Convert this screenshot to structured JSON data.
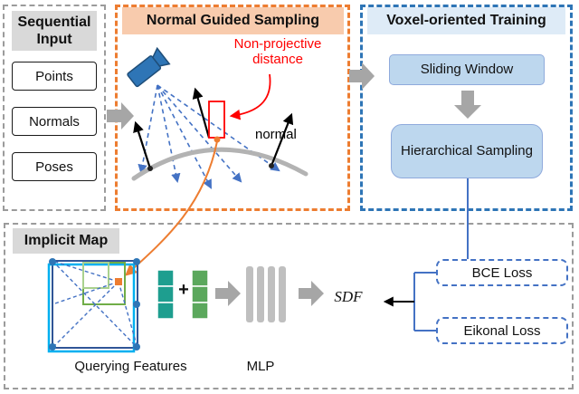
{
  "sequential_input": {
    "title": "Sequential Input",
    "items": [
      "Points",
      "Normals",
      "Poses"
    ]
  },
  "normal_guided_sampling": {
    "title": "Normal Guided Sampling",
    "non_projective_label": "Non-projective distance",
    "normal_label": "normal"
  },
  "voxel_training": {
    "title": "Voxel-oriented Training",
    "sliding_window": "Sliding Window",
    "hierarchical_sampling": "Hierarchical Sampling"
  },
  "implicit_map": {
    "title": "Implicit Map",
    "plus_sign": "+",
    "sdf_label": "SDF",
    "querying_features_label": "Querying Features",
    "mlp_label": "MLP",
    "losses": [
      "BCE Loss",
      "Eikonal Loss"
    ]
  },
  "colors": {
    "orange": "#ED7D31",
    "blue": "#2E75B6",
    "loss_border_blue": "#4472C4",
    "light_blue_fill": "#BDD7EE",
    "blue_title_fill": "#DEEBF7",
    "peach_title_fill": "#F8CBAD",
    "gray_title_fill": "#D9D9D9",
    "red": "#FF0000",
    "teal_feature": "#1E9E8F",
    "green_feature": "#5BA85C",
    "gray_arrow": "#A6A6A6"
  }
}
